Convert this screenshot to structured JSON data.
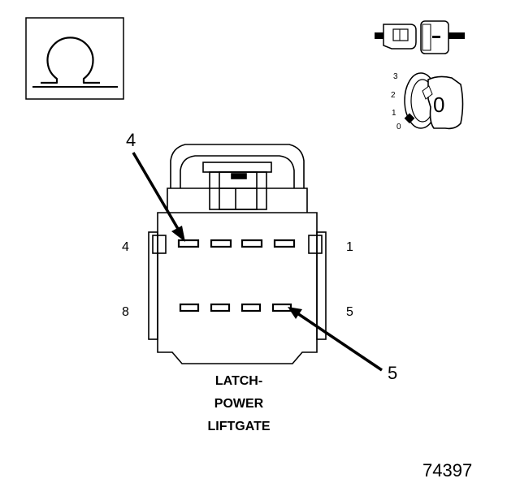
{
  "ohm_symbol": "Ω",
  "key_switch": {
    "positions": [
      "3",
      "2",
      "1",
      "0"
    ],
    "key_label": "0"
  },
  "connector": {
    "pin_labels": {
      "top_left": "4",
      "top_right": "1",
      "bottom_left": "8",
      "bottom_right": "5"
    },
    "callouts": [
      {
        "label": "4"
      },
      {
        "label": "5"
      }
    ],
    "caption": [
      "LATCH-",
      "POWER",
      "LIFTGATE"
    ]
  },
  "figure_number": "74397"
}
